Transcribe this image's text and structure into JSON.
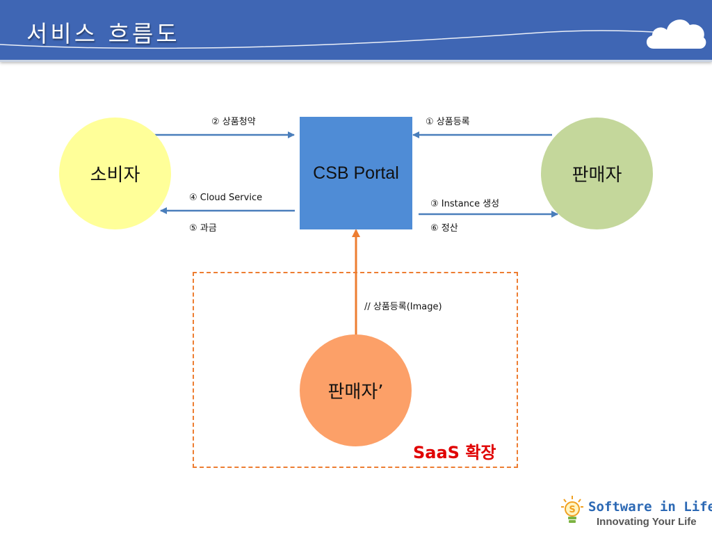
{
  "header": {
    "title": "서비스 흐름도"
  },
  "nodes": {
    "consumer": "소비자",
    "portal": "CSB Portal",
    "seller": "판매자",
    "seller2": "판매자’"
  },
  "edges": {
    "subscribe": "② 상품청약",
    "register": "① 상품등록",
    "cloud_service": "④ Cloud Service",
    "billing": "⑤ 과금",
    "instance": "③ Instance 생성",
    "settlement": "⑥ 정산",
    "register_image": "// 상품등록(Image)"
  },
  "group": {
    "label": "SaaS 확장"
  },
  "logo": {
    "main": "Software in Life",
    "tagline": "Innovating Your Life"
  },
  "colors": {
    "header": "#3f66b4",
    "arrow_blue": "#4a7ebb",
    "arrow_orange": "#ed7d31",
    "consumer": "#ffff99",
    "seller": "#c4d79b",
    "seller2": "#fca068",
    "portal": "#4f8cd6",
    "saas_label": "#e00000"
  }
}
